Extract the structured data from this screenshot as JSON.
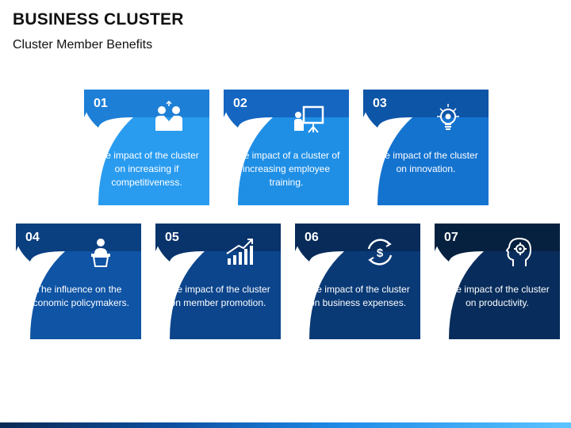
{
  "header": {
    "title": "BUSINESS CLUSTER",
    "subtitle": "Cluster Member Benefits"
  },
  "cards": [
    {
      "number": "01",
      "text": "The impact of the cluster on increasing if competitiveness.",
      "icon": "handshake-people-icon",
      "color_top": "#3fb0f5",
      "color_bottom": "#1f8fe6",
      "tab": "#1d7fd6"
    },
    {
      "number": "02",
      "text": "The impact of a cluster of increasing employee training.",
      "icon": "presentation-icon",
      "color_top": "#2a9cf0",
      "color_bottom": "#167cdc",
      "tab": "#1466c1"
    },
    {
      "number": "03",
      "text": "The impact of the cluster on innovation.",
      "icon": "lightbulb-gear-icon",
      "color_top": "#1a86e0",
      "color_bottom": "#0f63bd",
      "tab": "#0d55a6"
    },
    {
      "number": "04",
      "text": "The influence on the economic policymakers.",
      "icon": "podium-speaker-icon",
      "color_top": "#145fb3",
      "color_bottom": "#0c4992",
      "tab": "#0a3f80"
    },
    {
      "number": "05",
      "text": "The impact of the cluster on member promotion.",
      "icon": "growth-chart-icon",
      "color_top": "#0f4d98",
      "color_bottom": "#0b3c7c",
      "tab": "#09336b"
    },
    {
      "number": "06",
      "text": "The impact of the cluster on business expenses.",
      "icon": "dollar-cycle-icon",
      "color_top": "#0c3f80",
      "color_bottom": "#0a3369",
      "tab": "#082b5a"
    },
    {
      "number": "07",
      "text": "The impact of the cluster on productivity.",
      "icon": "head-gear-icon",
      "color_top": "#0a3267",
      "color_bottom": "#082853",
      "tab": "#06213f"
    }
  ]
}
